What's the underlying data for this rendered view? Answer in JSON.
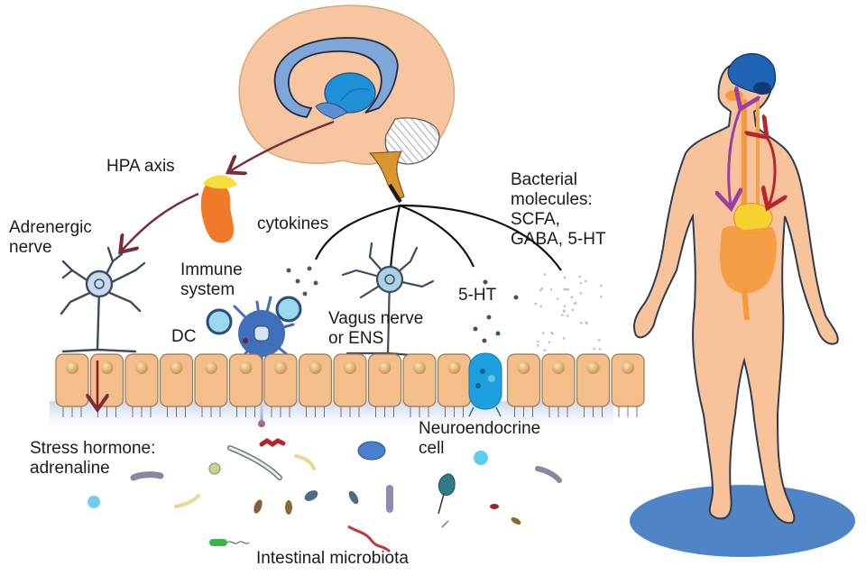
{
  "diagram": {
    "title": "Gut-brain axis",
    "colors": {
      "brain_tissue": "#f7c59f",
      "limbic_blue": "#7fa6d8",
      "thalamus_blue": "#1f8fd6",
      "adrenal_orange": "#f07a2a",
      "adrenal_cap": "#f7df3a",
      "arrow_maroon": "#7a2b3a",
      "neuron_fill": "#c9daf0",
      "neuron_line": "#3d4b5c",
      "dc_blue": "#3e6fb8",
      "epithelium": "#f4be8a",
      "epithelium_border": "#9a7756",
      "enteroendocrine": "#1ea0e0",
      "mucus": "#d7e3f2",
      "body_skin": "#f8c39a",
      "body_outline": "#2f3c4e",
      "body_head": "#1f63b5",
      "gut_orange": "#f59a3c",
      "shadow_blue": "#4f84c6",
      "purple_arrow": "#9a3ea6",
      "red_arrow": "#b8252c"
    },
    "labels": {
      "hpa_axis": "HPA axis",
      "adrenergic_nerve": "Adrenergic\nnerve",
      "cytokines": "cytokines",
      "immune_system": "Immune\nsystem",
      "dc": "DC",
      "vagus_nerve": "Vagus nerve\nor ENS",
      "five_ht": "5-HT",
      "bacterial_molecules": "Bacterial\nmolecules:\nSCFA,\nGABA, 5-HT",
      "stress_hormone": "Stress hormone:\nadrenaline",
      "neuroendocrine_cell": "Neuroendocrine\ncell",
      "intestinal_microbiota": "Intestinal microbiota"
    }
  }
}
